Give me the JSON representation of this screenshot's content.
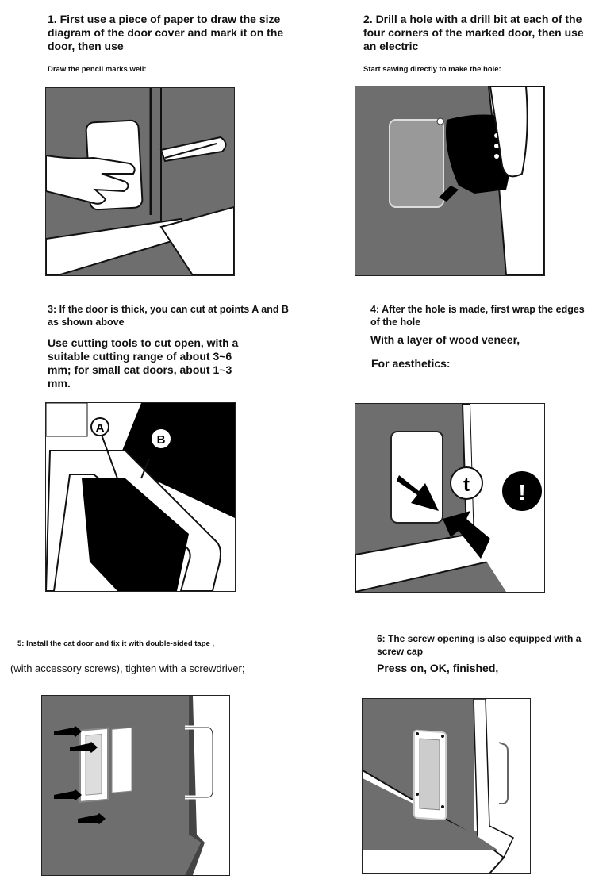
{
  "steps": {
    "step1": {
      "title": "1. First use a piece of paper to draw the size diagram of the door cover and mark it on the door, then use",
      "note": "Draw the pencil marks well:"
    },
    "step2": {
      "title": "2. Drill a hole with a drill bit at each of the four corners of the marked door, then use an electric",
      "note": "Start sawing directly to make the hole:"
    },
    "step3": {
      "title": "3: If the door is thick, you can cut at points A and B as shown above",
      "body": "Use cutting tools to cut open, with a suitable cutting range of about 3~6 mm; for small cat doors, about 1~3 mm.",
      "label_a": "A",
      "label_b": "B"
    },
    "step4": {
      "title": "4: After the hole is made, first wrap the edges of the hole",
      "body1": "With a layer of wood veneer,",
      "body2": "For aesthetics:",
      "icon_t": "t",
      "icon_excl": "!"
    },
    "step5": {
      "title": "5: Install the cat door and fix it with double-sided tape ,",
      "body": "(with accessory screws), tighten with a screwdriver;"
    },
    "step6": {
      "title": "6: The screw opening is also equipped with a screw cap",
      "body": "Press on, OK, finished,"
    }
  },
  "colors": {
    "door_gray": "#6e6e6e",
    "dark_gray": "#4a4a4a",
    "black": "#000000",
    "white": "#ffffff"
  }
}
